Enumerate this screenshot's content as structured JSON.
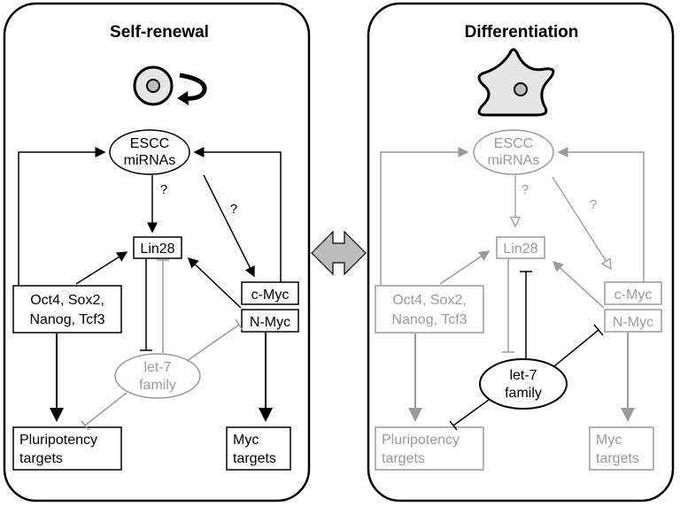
{
  "left_panel": {
    "title": "Self-renewal",
    "escc": [
      "ESCC",
      "miRNAs"
    ],
    "lin28": "Lin28",
    "factors": [
      "Oct4, Sox2,",
      "Nanog, Tcf3"
    ],
    "cmyc": "c-Myc",
    "nmyc": "N-Myc",
    "let7": [
      "let-7",
      "family"
    ],
    "pluripotency": [
      "Pluripotency",
      "targets"
    ],
    "myc_targets": [
      "Myc",
      "targets"
    ],
    "q1": "?",
    "q2": "?"
  },
  "right_panel": {
    "title": "Differentiation",
    "escc": [
      "ESCC",
      "miRNAs"
    ],
    "lin28": "Lin28",
    "factors": [
      "Oct4, Sox2,",
      "Nanog, Tcf3"
    ],
    "cmyc": "c-Myc",
    "nmyc": "N-Myc",
    "let7": [
      "let-7",
      "family"
    ],
    "pluripotency": [
      "Pluripotency",
      "targets"
    ],
    "myc_targets": [
      "Myc",
      "targets"
    ],
    "q1": "?",
    "q2": "?"
  },
  "colors": {
    "active": "#000000",
    "inactive": "#9a9a9a",
    "cell_fill": "#e6e6e6",
    "double_arrow": "#bcbcbc"
  }
}
